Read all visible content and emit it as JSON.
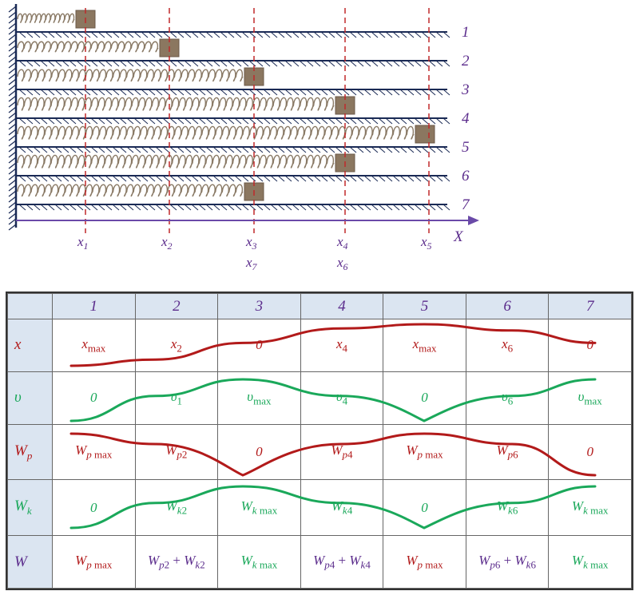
{
  "diagram": {
    "row_labels": [
      "1",
      "2",
      "3",
      "4",
      "5",
      "6",
      "7"
    ],
    "x_ticks": [
      {
        "main": "x",
        "sub": "1",
        "extra": ""
      },
      {
        "main": "x",
        "sub": "2",
        "extra": ""
      },
      {
        "main": "x",
        "sub": "3",
        "extra": "x",
        "extra_sub": "7"
      },
      {
        "main": "x",
        "sub": "4",
        "extra": "x",
        "extra_sub": "6"
      },
      {
        "main": "x",
        "sub": "5",
        "extra": ""
      }
    ],
    "axis_label": "X"
  },
  "table": {
    "columns": [
      "1",
      "2",
      "3",
      "4",
      "5",
      "6",
      "7"
    ],
    "rows": [
      {
        "label": "x",
        "label_sub": "",
        "color": "red",
        "cells": [
          [
            "x",
            "max"
          ],
          [
            "x",
            "2"
          ],
          [
            "0",
            ""
          ],
          [
            "x",
            "4"
          ],
          [
            "x",
            "max"
          ],
          [
            "x",
            "6"
          ],
          [
            "0",
            ""
          ]
        ]
      },
      {
        "label": "υ",
        "label_sub": "",
        "color": "grn",
        "cells": [
          [
            "0",
            ""
          ],
          [
            "υ",
            "1"
          ],
          [
            "υ",
            "max"
          ],
          [
            "υ",
            "4"
          ],
          [
            "0",
            ""
          ],
          [
            "υ",
            "6"
          ],
          [
            "υ",
            "max"
          ]
        ]
      },
      {
        "label": "W",
        "label_sub": "p",
        "color": "red",
        "cells": [
          [
            "W",
            "p max"
          ],
          [
            "W",
            "p2"
          ],
          [
            "0",
            ""
          ],
          [
            "W",
            "p4"
          ],
          [
            "W",
            "p max"
          ],
          [
            "W",
            "p6"
          ],
          [
            "0",
            ""
          ]
        ]
      },
      {
        "label": "W",
        "label_sub": "k",
        "color": "grn",
        "cells": [
          [
            "0",
            ""
          ],
          [
            "W",
            "k2"
          ],
          [
            "W",
            "k max"
          ],
          [
            "W",
            "k4"
          ],
          [
            "0",
            ""
          ],
          [
            "W",
            "k6"
          ],
          [
            "W",
            "k max"
          ]
        ]
      }
    ],
    "total_row": {
      "label": "W",
      "cells": [
        {
          "color": "red",
          "a": "W",
          "as": "p max",
          "plus": "",
          "b": "",
          "bs": ""
        },
        {
          "color": "pur",
          "a": "W",
          "as": "p2",
          "plus": "+",
          "b": "W",
          "bs": "k2"
        },
        {
          "color": "grn",
          "a": "W",
          "as": "k max",
          "plus": "",
          "b": "",
          "bs": ""
        },
        {
          "color": "pur",
          "a": "W",
          "as": "p4",
          "plus": "+",
          "b": "W",
          "bs": "k4"
        },
        {
          "color": "red",
          "a": "W",
          "as": "p max",
          "plus": "",
          "b": "",
          "bs": ""
        },
        {
          "color": "pur",
          "a": "W",
          "as": "p6",
          "plus": "+",
          "b": "W",
          "bs": "k6"
        },
        {
          "color": "grn",
          "a": "W",
          "as": "k max",
          "plus": "",
          "b": "",
          "bs": ""
        }
      ]
    }
  }
}
